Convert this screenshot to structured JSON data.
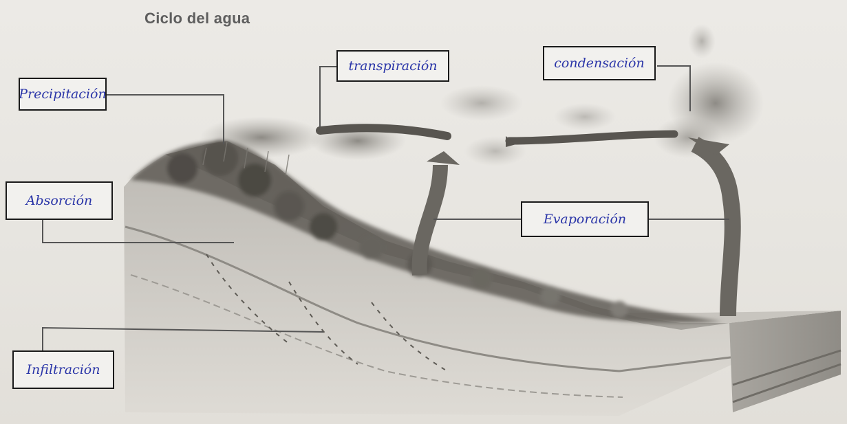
{
  "title": "Ciclo del agua",
  "labels": {
    "precipitacion": "Precipitación",
    "transpiracion": "transpiración",
    "condensacion": "condensación",
    "absorcion": "Absorción",
    "evaporacion": "Evaporación",
    "infiltracion": "Infiltración"
  },
  "colors": {
    "handwriting": "#2a35a8",
    "label_border": "#1a1a1a",
    "leader_line": "#555555",
    "paper": "#e9e6e0"
  }
}
